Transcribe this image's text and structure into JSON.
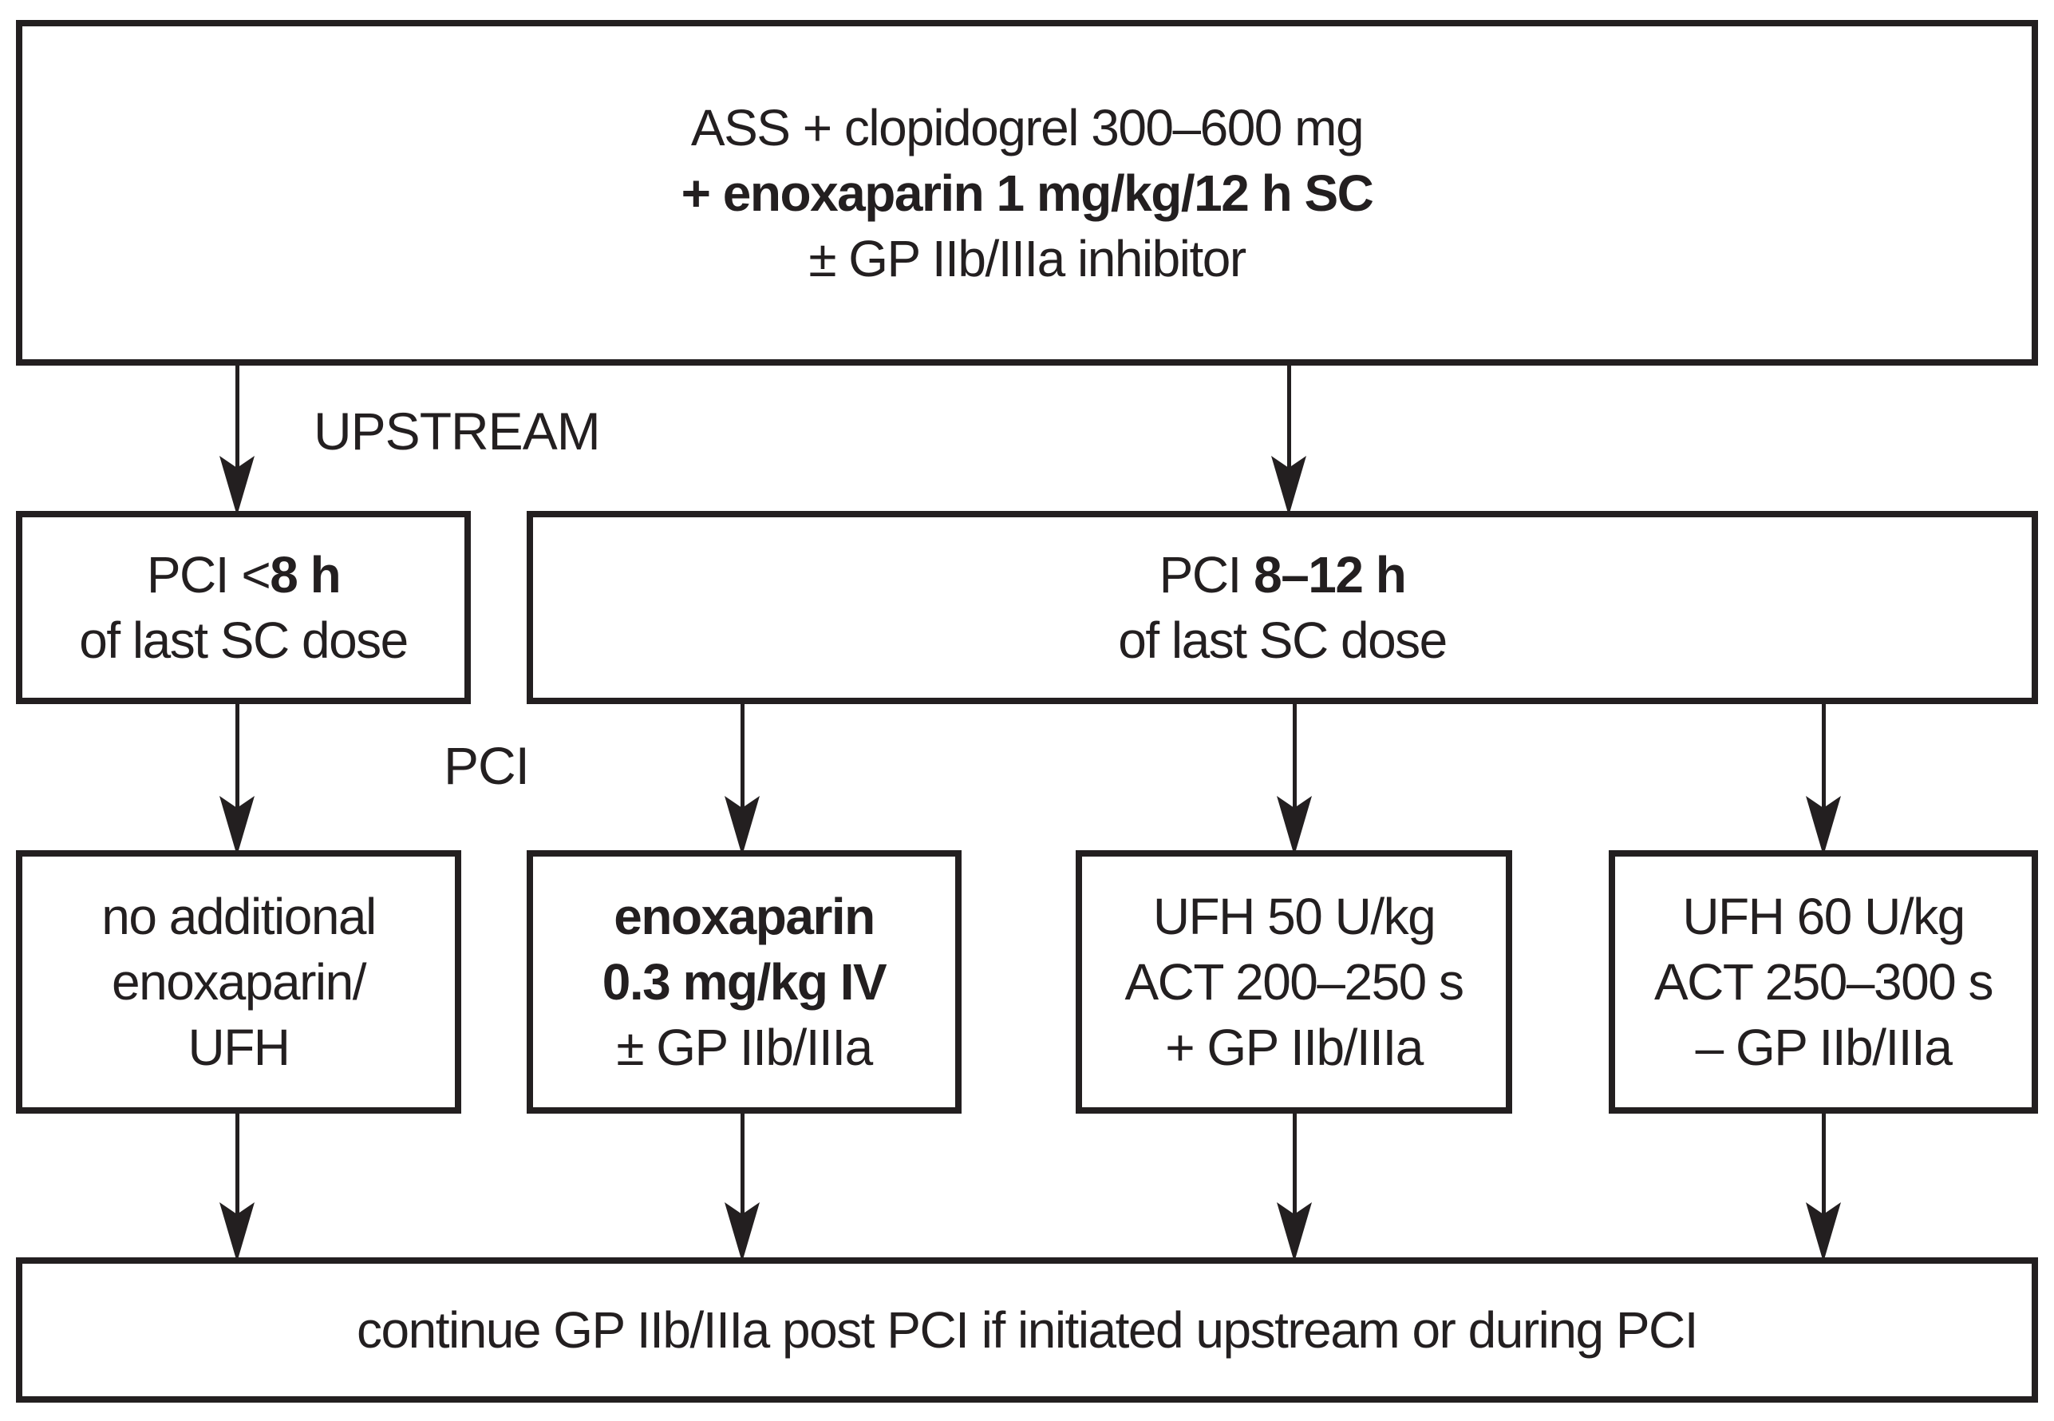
{
  "colors": {
    "ink": "#231f20",
    "line": "#231f20",
    "bg": "#ffffff"
  },
  "top_box": {
    "line1": "ASS + clopidogrel 300–600 mg",
    "line2": "+ enoxaparin 1 mg/kg/12 h SC",
    "line3": "± GP IIb/IIIa inhibitor"
  },
  "labels": {
    "upstream": "UPSTREAM",
    "pci": "PCI"
  },
  "row2": {
    "pci_lt8": {
      "prefix": "PCI <",
      "bold": "8 h",
      "line2": "of last SC dose"
    },
    "pci_8_12": {
      "prefix": "PCI ",
      "bold": "8–12 h",
      "line2": "of last SC dose"
    }
  },
  "row3": {
    "no_additional": {
      "line1": "no additional",
      "line2": "enoxaparin/",
      "line3": "UFH"
    },
    "enoxaparin_iv": {
      "line1": "enoxaparin",
      "line2": "0.3 mg/kg IV",
      "line3": "± GP IIb/IIIa"
    },
    "ufh50": {
      "line1": "UFH 50 U/kg",
      "line2": "ACT 200–250 s",
      "line3": "+ GP IIb/IIIa"
    },
    "ufh60": {
      "line1": "UFH 60 U/kg",
      "line2": "ACT 250–300 s",
      "line3": "– GP IIb/IIIa"
    }
  },
  "bottom_box": {
    "text": "continue GP IIb/IIIa post PCI if initiated upstream or during PCI"
  }
}
